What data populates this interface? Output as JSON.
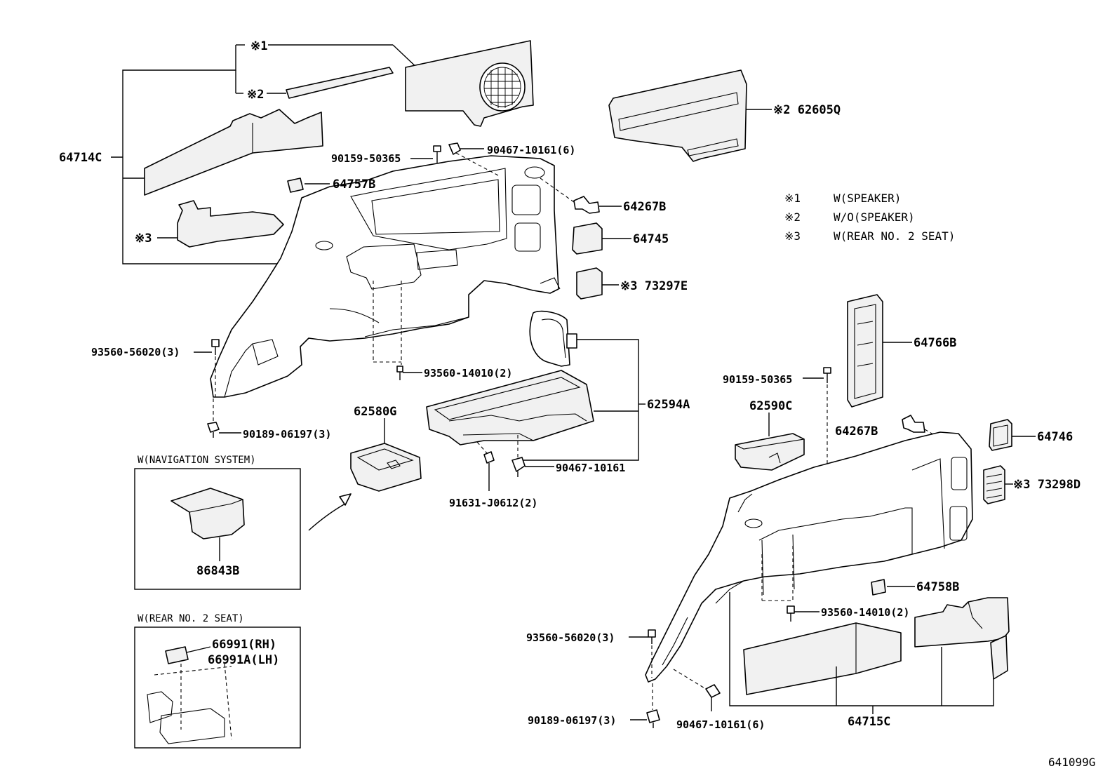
{
  "diagram_code": "641099G",
  "legend": [
    {
      "mark": "※1",
      "text": "W(SPEAKER)"
    },
    {
      "mark": "※2",
      "text": "W/O(SPEAKER)"
    },
    {
      "mark": "※3",
      "text": "W(REAR NO. 2 SEAT)"
    }
  ],
  "callouts": {
    "c1": "※1",
    "c2": "※2",
    "c3": "※3",
    "p64714c": "64714C",
    "p62605q": "※2 62605Q",
    "p90159a": "90159-50365",
    "p90467a": "90467-10161(6)",
    "p64757b": "64757B",
    "p64267b_a": "64267B",
    "p64745": "64745",
    "p73297e": "※3 73297E",
    "p93560_56020a": "93560-56020(3)",
    "p93560_14010a": "93560-14010(2)",
    "p90189a": "90189-06197(3)",
    "p62580g": "62580G",
    "p62594a": "62594A",
    "p90467b": "90467-10161",
    "p91631": "91631-J0612(2)",
    "p64766b": "64766B",
    "p90159b": "90159-50365",
    "p62590c": "62590C",
    "p64267b_b": "64267B",
    "p64746": "64746",
    "p73298d": "※3 73298D",
    "p64758b": "64758B",
    "p93560_14010b": "93560-14010(2)",
    "p93560_56020b": "93560-56020(3)",
    "p90189b": "90189-06197(3)",
    "p90467c": "90467-10161(6)",
    "p64715c": "64715C",
    "p86843b": "86843B",
    "p66991": "66991(RH)",
    "p66991a": "66991A(LH)"
  },
  "boxes": {
    "navigation": {
      "title": "W(NAVIGATION SYSTEM)"
    },
    "rear_seat": {
      "title": "W(REAR NO. 2 SEAT)"
    }
  }
}
